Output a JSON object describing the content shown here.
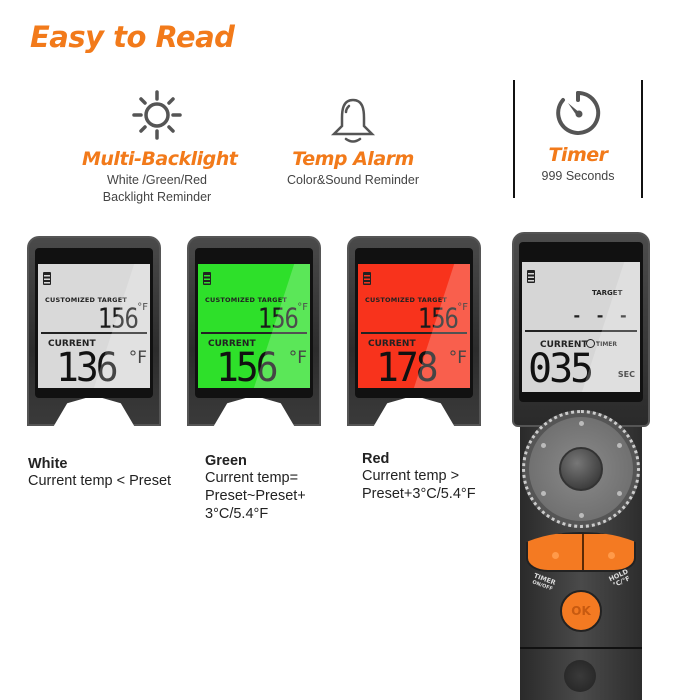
{
  "headline": "Easy to Read",
  "features": [
    {
      "icon": "sun-icon",
      "title": "Multi-Backlight",
      "desc_line1": "White /Green/Red",
      "desc_line2": "Backlight Reminder"
    },
    {
      "icon": "bell-icon",
      "title": "Temp Alarm",
      "desc_line1": "Color&Sound Reminder",
      "desc_line2": ""
    },
    {
      "icon": "stopwatch-icon",
      "title": "Timer",
      "desc_line1": "999 Seconds",
      "desc_line2": ""
    }
  ],
  "displays": [
    {
      "mode": "white",
      "backlight": "#d9d9d9",
      "target_label": "CUSTOMIZED  TARGET",
      "target_value": "156",
      "unit": "°F",
      "current_label": "CURRENT",
      "current_value": "136"
    },
    {
      "mode": "green",
      "backlight": "#2ee02a",
      "target_label": "CUSTOMIZED  TARGET",
      "target_value": "156",
      "unit": "°F",
      "current_label": "CURRENT",
      "current_value": "156"
    },
    {
      "mode": "red",
      "backlight": "#f8331c",
      "target_label": "CUSTOMIZED  TARGET",
      "target_value": "156",
      "unit": "°F",
      "current_label": "CURRENT",
      "current_value": "178"
    }
  ],
  "timer_display": {
    "target_label": "TARGET",
    "target_value": "- - -",
    "current_label": "CURRENT",
    "timer_label": "TIMER",
    "value": "035",
    "unit": "SEC"
  },
  "controls": {
    "timer_button": "TIMER",
    "timer_button_sub": "ON/OFF",
    "hold_button": "HOLD",
    "hold_button_sub": "°C/°F",
    "ok_button": "OK"
  },
  "captions": [
    {
      "title": "White",
      "lines": [
        "Current temp <  Preset"
      ]
    },
    {
      "title": "Green",
      "lines": [
        "Current temp=",
        "Preset~Preset+",
        "3°C/5.4°F"
      ]
    },
    {
      "title": "Red",
      "lines": [
        "Current temp >",
        "Preset+3°C/5.4°F"
      ]
    }
  ],
  "colors": {
    "accent": "#f27a1a",
    "text": "#444444",
    "green_backlight": "#2ee02a",
    "red_backlight": "#f8331c"
  }
}
